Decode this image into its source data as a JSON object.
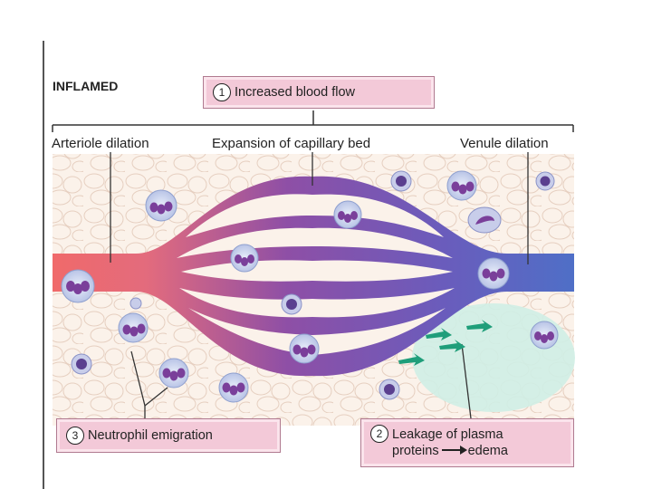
{
  "title": "INFLAMED",
  "callouts": {
    "blood_flow": {
      "num": "1",
      "text": "Increased blood flow"
    },
    "leakage": {
      "num": "2",
      "line1": "Leakage of plasma",
      "line2a": "proteins",
      "line2b": "edema"
    },
    "neutrophil": {
      "num": "3",
      "text": "Neutrophil emigration"
    }
  },
  "labels": {
    "arteriole": "Arteriole dilation",
    "capillary": "Expansion of capillary bed",
    "venule": "Venule dilation"
  },
  "colors": {
    "arteriole": "#ef6b6b",
    "capillary": "#8e4fa6",
    "venule": "#4f6fc7",
    "callout_fill": "#f3c9d8",
    "edema": "#cfeee6",
    "leak_arrow": "#1f9e7a"
  }
}
